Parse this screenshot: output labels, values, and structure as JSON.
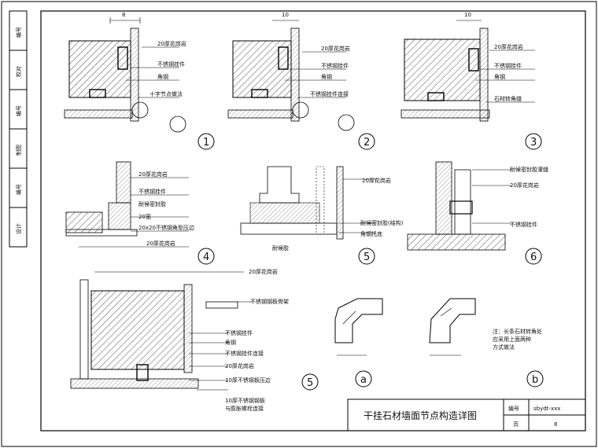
{
  "title_block": {
    "drawing_title": "干挂石材墙面节点构造详图",
    "label_no": "编号",
    "number": "sbydt-xxx",
    "label_page": "页",
    "page": "8"
  },
  "side_strip": {
    "cells": [
      "编号",
      "校对",
      "编号",
      "制图",
      "编号",
      "设计"
    ]
  },
  "details": {
    "d1": {
      "number": "1",
      "labels": [
        "20厚花岗岩",
        "不锈钢挂件",
        "角钢",
        "十字节点做法"
      ]
    },
    "d2": {
      "number": "2",
      "labels": [
        "20厚花岗岩",
        "不锈钢挂件",
        "角钢",
        "不锈钢挂件连接"
      ]
    },
    "d3": {
      "number": "3",
      "labels": [
        "20厚花岗岩",
        "不锈钢挂件",
        "角钢",
        "石材转角缝"
      ]
    },
    "d4": {
      "number": "4",
      "labels": [
        "20厚花岗岩",
        "不锈钢挂件",
        "耐候密封胶",
        "20宽",
        "20x20不锈钢角型压边",
        "20厚花岗岩"
      ]
    },
    "d5a": {
      "number": "5",
      "labels": [
        "20厚花岗岩",
        "耐候密封胶(结构)",
        "角钢托底",
        "耐候胶"
      ]
    },
    "d6": {
      "number": "6",
      "labels": [
        "耐候密封胶灌缝",
        "20厚花岗岩",
        "不锈钢挂件"
      ]
    },
    "d5b": {
      "number": "5",
      "labels": [
        "20厚花岗岩",
        "不锈钢钢板骨架",
        "不锈钢挂件",
        "角钢",
        "不锈钢挂件连接",
        "20厚花岗岩",
        "10厚不锈钢板压边",
        "10厚不锈钢钢板",
        "与膨胀螺栓连接"
      ]
    },
    "da": {
      "number": "a"
    },
    "db": {
      "number": "b",
      "note": [
        "注：长条石材转角处",
        "应采用上面两种",
        "方式做法"
      ]
    }
  }
}
